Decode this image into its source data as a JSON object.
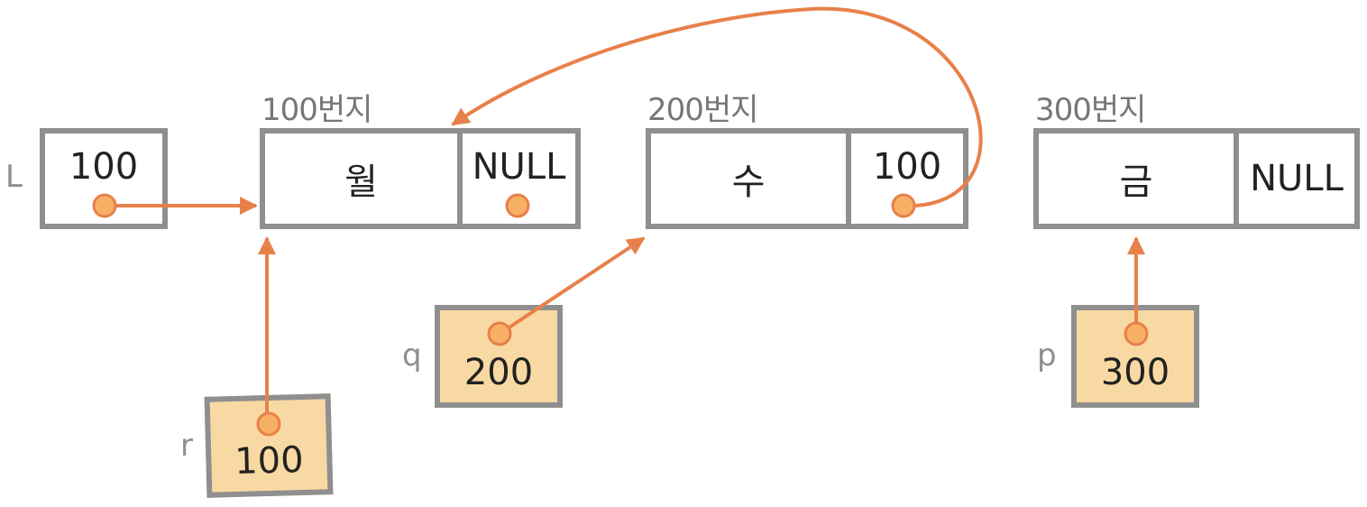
{
  "accent_color": "#e8804a",
  "pointer_fill": "#f9d9a3",
  "border_color": "#8f8f8f",
  "head": {
    "name": "L",
    "value": "100"
  },
  "nodes": [
    {
      "address_label": "100번지",
      "data": "월",
      "link": "NULL"
    },
    {
      "address_label": "200번지",
      "data": "수",
      "link": "100"
    },
    {
      "address_label": "300번지",
      "data": "금",
      "link": "NULL"
    }
  ],
  "pointers": {
    "r": {
      "name": "r",
      "value": "100"
    },
    "q": {
      "name": "q",
      "value": "200"
    },
    "p": {
      "name": "p",
      "value": "300"
    }
  }
}
